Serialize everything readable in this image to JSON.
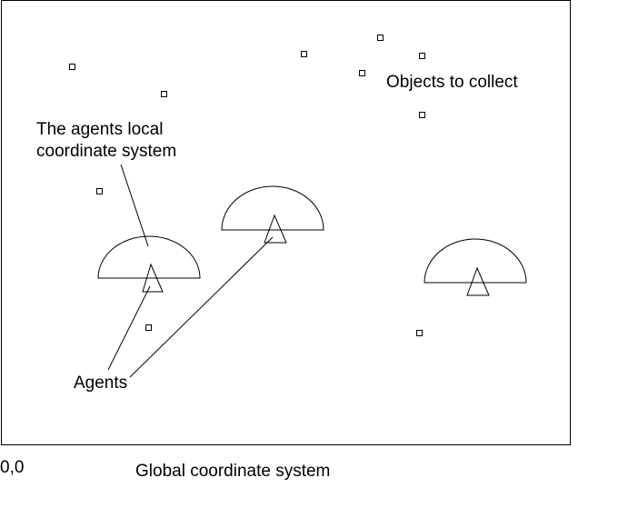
{
  "colors": {
    "background": "#ffffff",
    "stroke": "#000000"
  },
  "labels": {
    "objects": "Objects to collect",
    "local_line1": "The agents local",
    "local_line2": "coordinate system",
    "agents": "Agents",
    "origin": "0,0",
    "global": "Global coordinate system"
  }
}
